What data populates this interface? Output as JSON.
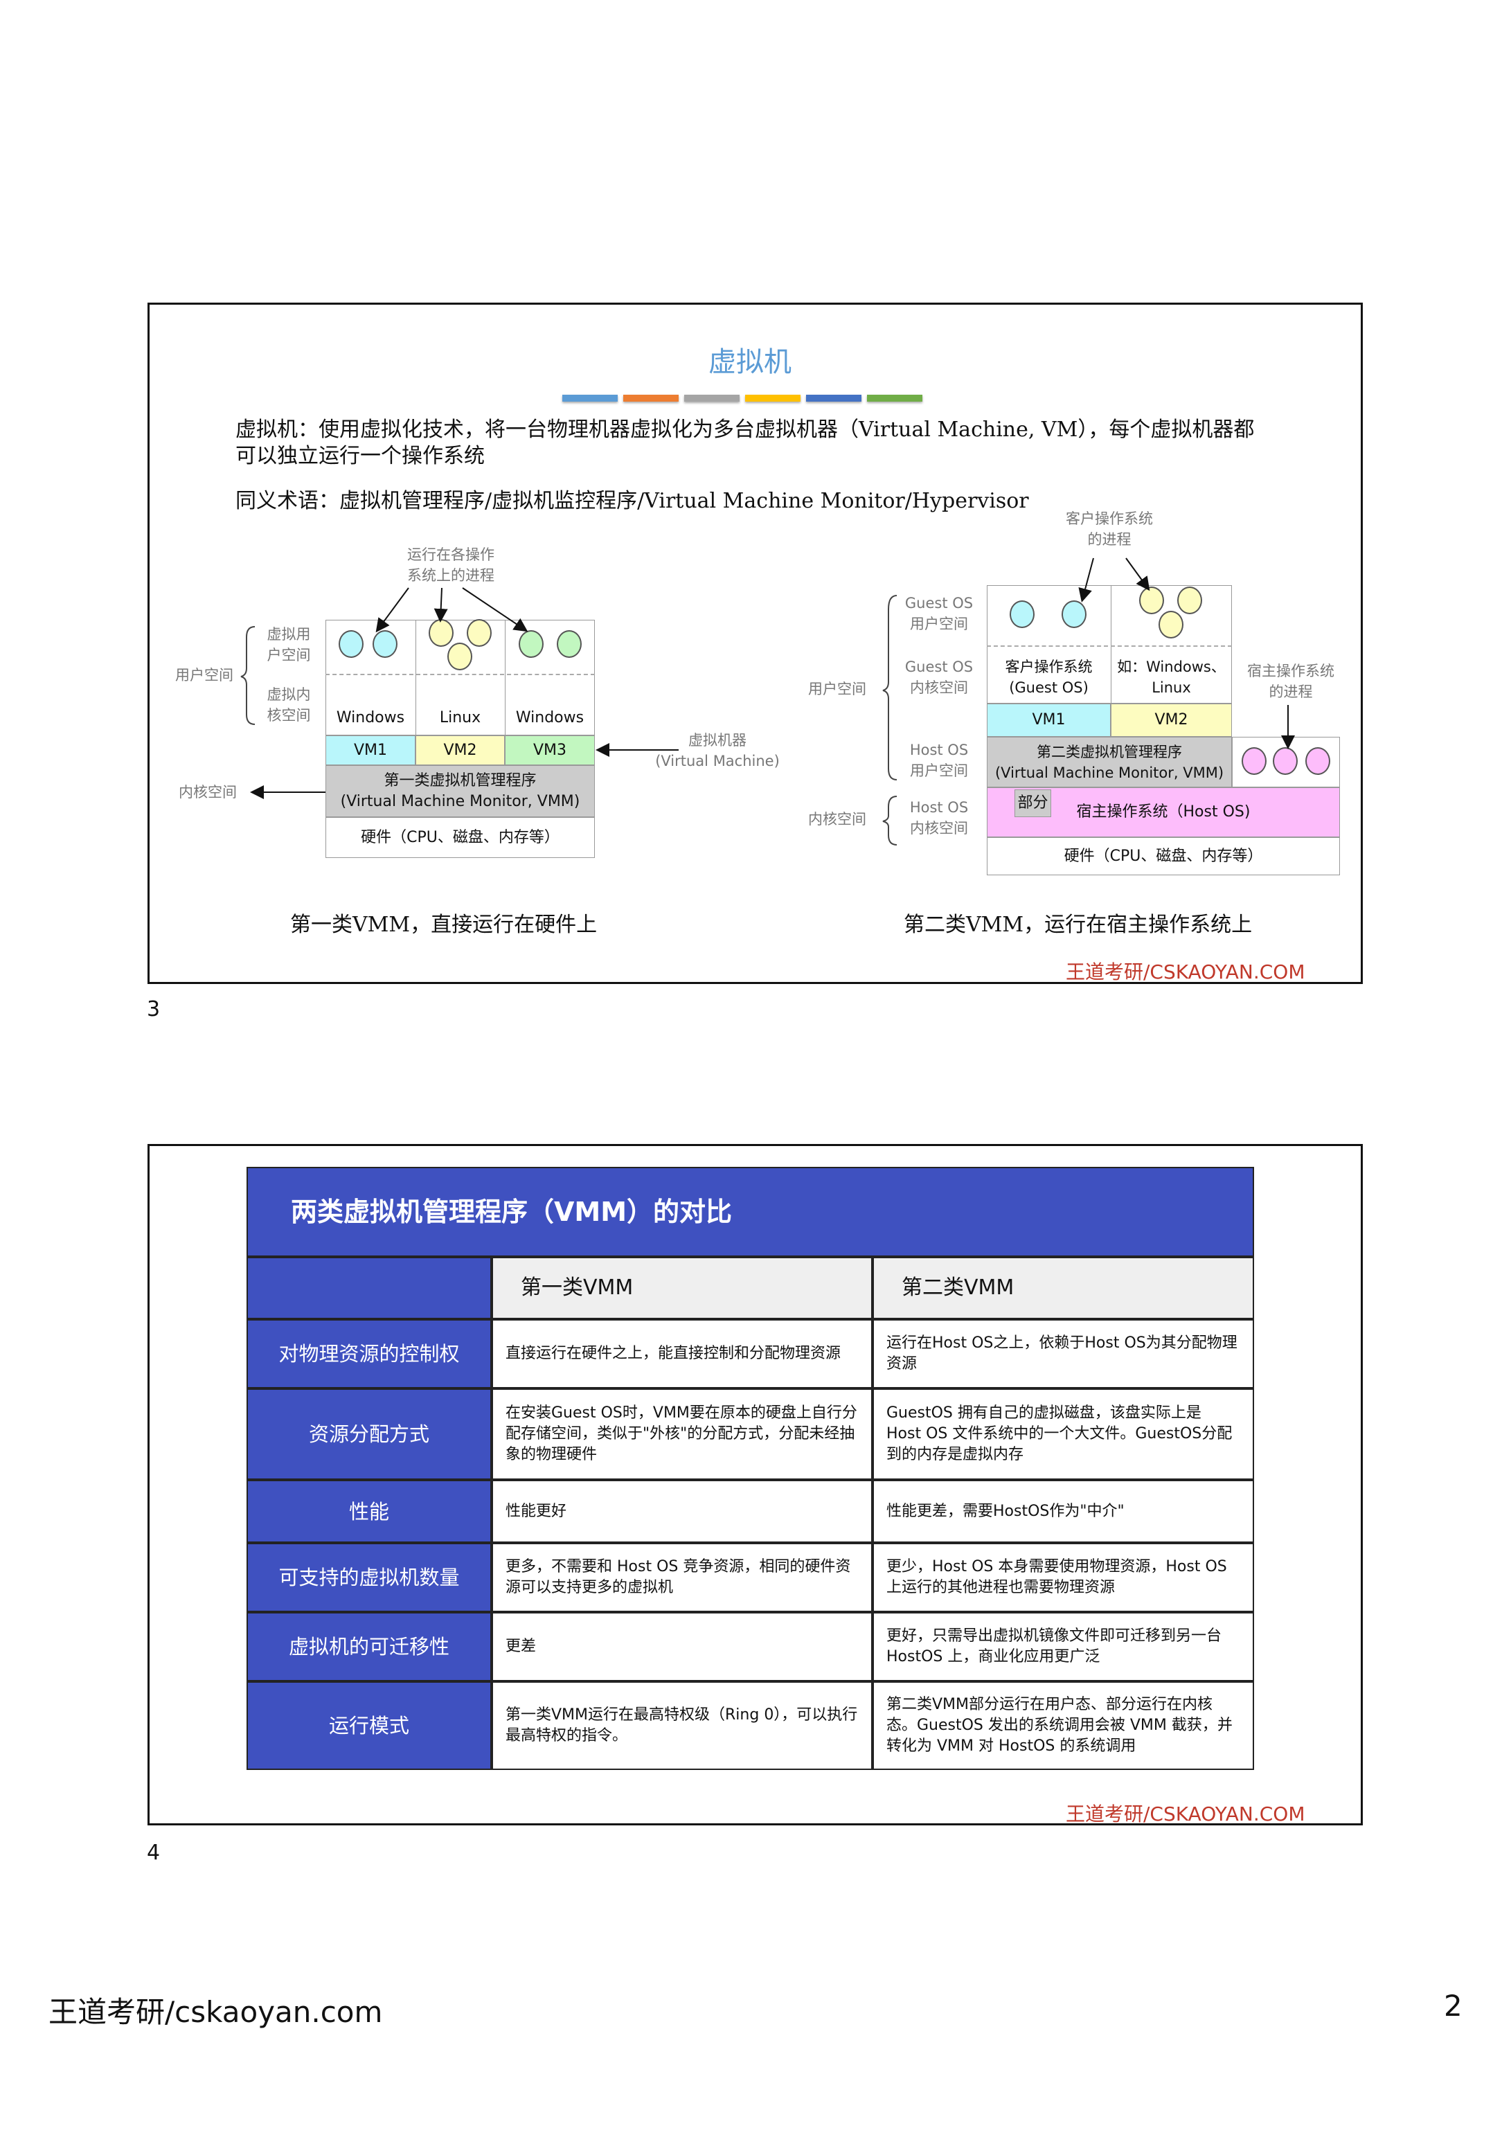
{
  "slide1": {
    "number": "3",
    "title": "虚拟机",
    "title_color": "#5b9bd5",
    "bar_colors": [
      "#5b9bd5",
      "#ed7d31",
      "#a5a5a5",
      "#ffc000",
      "#4472c4",
      "#70ad47"
    ],
    "definition_line1": "虚拟机：使用虚拟化技术，将一台物理机器虚拟化为多台虚拟机器（Virtual Machine, VM），每个虚拟机器都",
    "definition_line2": "可以独立运行一个操作系统",
    "synonyms": "同义术语：虚拟机管理程序/虚拟机监控程序/Virtual Machine Monitor/Hypervisor",
    "type1": {
      "proc_label_1": "运行在各操作",
      "proc_label_2": "系统上的进程",
      "user_space": "用户空间",
      "vuser_1": "虚拟用",
      "vuser_2": "户空间",
      "vkernel_1": "虚拟内",
      "vkernel_2": "核空间",
      "os": [
        "Windows",
        "Linux",
        "Windows"
      ],
      "vms": [
        "VM1",
        "VM2",
        "VM3"
      ],
      "vm_colors": [
        "#b9f6fb",
        "#fdfcc0",
        "#c2f7c0"
      ],
      "vmm_1": "第一类虚拟机管理程序",
      "vmm_2": "(Virtual Machine Monitor, VMM)",
      "hardware": "硬件（CPU、磁盘、内存等）",
      "kernel_space": "内核空间",
      "vm_label_1": "虚拟机器",
      "vm_label_2": "(Virtual Machine)",
      "caption": "第一类VMM，直接运行在硬件上"
    },
    "type2": {
      "proc_label_1": "客户操作系统",
      "proc_label_2": "的进程",
      "guest_user_1": "Guest OS",
      "guest_user_2": "用户空间",
      "guest_kernel_1": "Guest OS",
      "guest_kernel_2": "内核空间",
      "host_user_1": "Host OS",
      "host_user_2": "用户空间",
      "host_kernel_1": "Host OS",
      "host_kernel_2": "内核空间",
      "user_space": "用户空间",
      "kernel_space": "内核空间",
      "guest_os_1": "客户操作系统",
      "guest_os_2": "(Guest OS)",
      "example_1": "如：Windows、",
      "example_2": "Linux",
      "vms": [
        "VM1",
        "VM2"
      ],
      "vmm_1": "第二类虚拟机管理程序",
      "vmm_2": "(Virtual Machine Monitor, VMM)",
      "host_proc_1": "宿主操作系统",
      "host_proc_2": "的进程",
      "part": "部分",
      "host_os": "宿主操作系统（Host OS)",
      "host_color": "#fdbdfb",
      "hardware": "硬件（CPU、磁盘、内存等）",
      "caption": "第二类VMM，运行在宿主操作系统上"
    },
    "brand": "王道考研/CSKAOYAN.COM"
  },
  "slide2": {
    "number": "4",
    "title": "两类虚拟机管理程序（VMM）的对比",
    "header_color": "#3f51c0",
    "columns": [
      "第一类VMM",
      "第二类VMM"
    ],
    "rows": [
      {
        "label": "对物理资源的控制权",
        "type1": "直接运行在硬件之上，能直接控制和分配物理资源",
        "type2": "运行在Host OS之上，依赖于Host OS为其分配物理资源"
      },
      {
        "label": "资源分配方式",
        "type1": "在安装Guest OS时，VMM要在原本的硬盘上自行分配存储空间，类似于\"外核\"的分配方式，分配未经抽象的物理硬件",
        "type2": "GuestOS 拥有自己的虚拟磁盘，该盘实际上是 Host OS 文件系统中的一个大文件。GuestOS分配到的内存是虚拟内存"
      },
      {
        "label": "性能",
        "type1": "性能更好",
        "type2": "性能更差，需要HostOS作为\"中介\""
      },
      {
        "label": "可支持的虚拟机数量",
        "type1": "更多，不需要和 Host OS 竞争资源，相同的硬件资源可以支持更多的虚拟机",
        "type2": "更少，Host OS 本身需要使用物理资源，Host OS 上运行的其他进程也需要物理资源"
      },
      {
        "label": "虚拟机的可迁移性",
        "type1": "更差",
        "type2": "更好，只需导出虚拟机镜像文件即可迁移到另一台 HostOS 上，商业化应用更广泛"
      },
      {
        "label": "运行模式",
        "type1": "第一类VMM运行在最高特权级（Ring 0），可以执行最高特权的指令。",
        "type2": "第二类VMM部分运行在用户态、部分运行在内核态。GuestOS 发出的系统调用会被 VMM 截获，并转化为 VMM 对 HostOS 的系统调用"
      }
    ],
    "brand": "王道考研/CSKAOYAN.COM"
  },
  "footer": {
    "site": "王道考研/cskaoyan.com",
    "page": "2"
  }
}
